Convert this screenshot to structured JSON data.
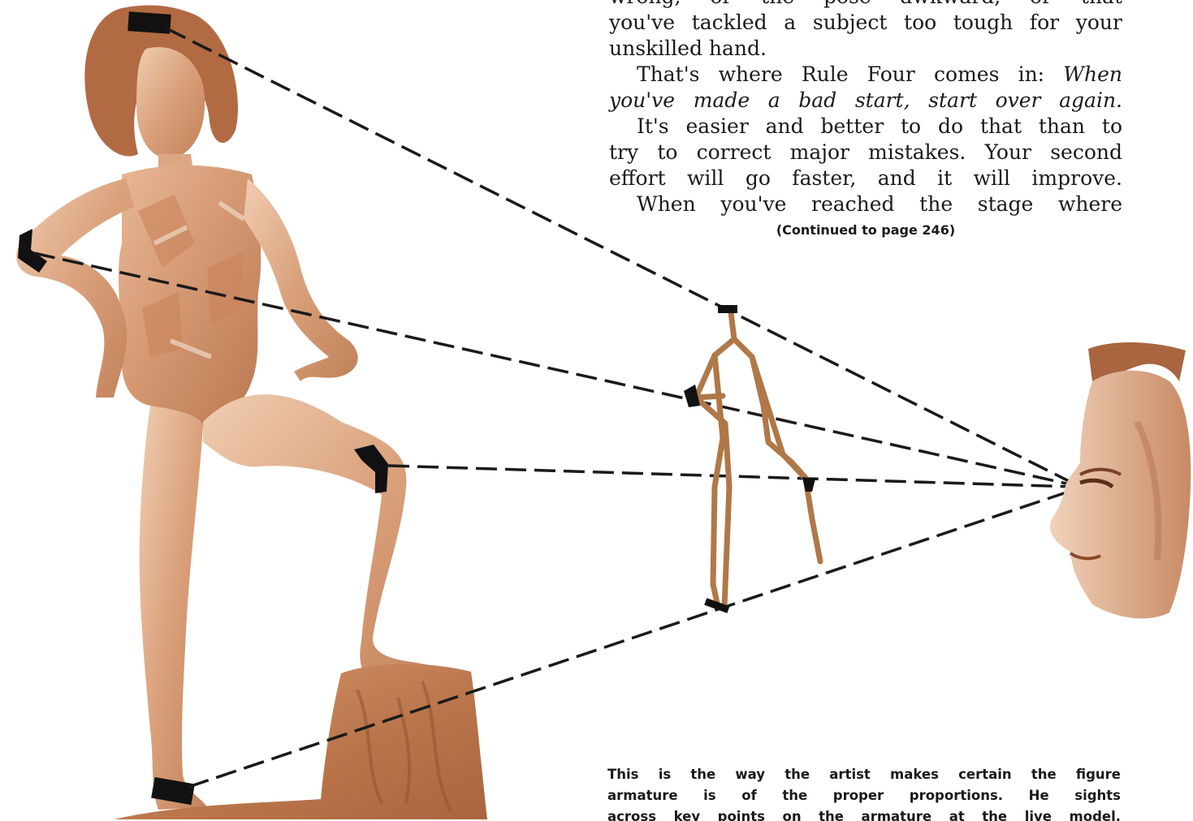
{
  "article": {
    "top_partial_line": "wrong, or the pose awkward, or that",
    "line_1": "you've tackled a subject too tough for your",
    "line_2": "unskilled hand.",
    "rule_intro": "That's where Rule Four comes in: ",
    "rule_emphasis_1": "When",
    "rule_emphasis_2": "you've made a bad start, start over again.",
    "para_2_line_1": "It's easier and better to do that than to",
    "para_2_line_2": "try to correct major mistakes. Your second",
    "para_2_line_3": "effort will go faster, and it will improve.",
    "para_3_line_1": "When you've reached the stage where",
    "continued": "(Continued to page 246)"
  },
  "caption": {
    "line_1": "This is the way the artist makes certain the figure",
    "line_2": "armature is of the proper proportions. He sights",
    "line_3": "across key points on the armature at the live model."
  },
  "colors": {
    "sepia_skin": "#d9a07a",
    "sepia_dark": "#9a5a36",
    "sepia_light": "#efcdb4",
    "armature_wire": "#b07848",
    "marker_tape": "#111111",
    "sight_line": "#1a1a1a"
  }
}
